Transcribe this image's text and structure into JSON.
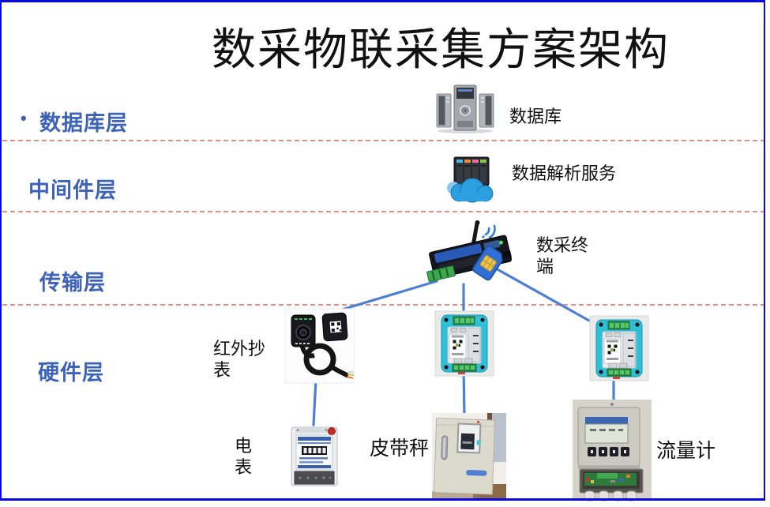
{
  "slide": {
    "title": "数采物联采集方案架构",
    "bullet": "•"
  },
  "layers": {
    "database": "数据库层",
    "middleware": "中间件层",
    "transport": "传输层",
    "hardware": "硬件层"
  },
  "nodes": {
    "database": {
      "label": "数据库",
      "icon": "server-stack-icon"
    },
    "parse_service": {
      "label": "数据解析服务",
      "icon": "cloud-servers-icon"
    },
    "terminal": {
      "lines": [
        "数采终",
        "端"
      ],
      "icon": "dtu-antenna-sim-photo"
    },
    "infrared_reader": {
      "lines": [
        "红外抄",
        "表"
      ],
      "icon": "infrared-probe-photo"
    },
    "electric_meter": {
      "lines": [
        "电",
        "表"
      ],
      "icon": "electric-meter-photo"
    },
    "belt_scale": {
      "label": "皮带秤",
      "icon": "belt-scale-cabinet-photo"
    },
    "flow_meter": {
      "label": "流量计",
      "icon": "flow-meter-photo"
    },
    "converter_left": {
      "icon": "io-converter-module-photo"
    },
    "converter_right": {
      "icon": "io-converter-module-photo"
    }
  },
  "colors": {
    "frame_border": "#0a0ae0",
    "layer_label_blue": "#3d63b8",
    "divider_pink": "#f28b82",
    "connector_blue": "#4d7fd4",
    "converter_cyan": "#2ec0d8"
  }
}
